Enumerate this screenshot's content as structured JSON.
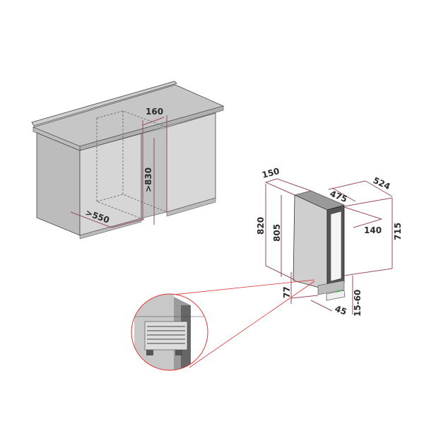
{
  "diagram": {
    "cabinet_labels": {
      "width": "160",
      "height": ">830",
      "depth": ">550"
    },
    "appliance_labels": {
      "side_depth": "150",
      "depth_body": "475",
      "depth_total": "524",
      "height_total": "820",
      "height_body": "805",
      "door_open": "140",
      "height_right": "715",
      "plinth_height": "77",
      "plinth_depth": "45",
      "feet_adjust": "15-60"
    },
    "colors": {
      "dimension_line": "#9a4a5e",
      "detail_line": "#e03030",
      "panel": "#d8d8d8"
    }
  }
}
